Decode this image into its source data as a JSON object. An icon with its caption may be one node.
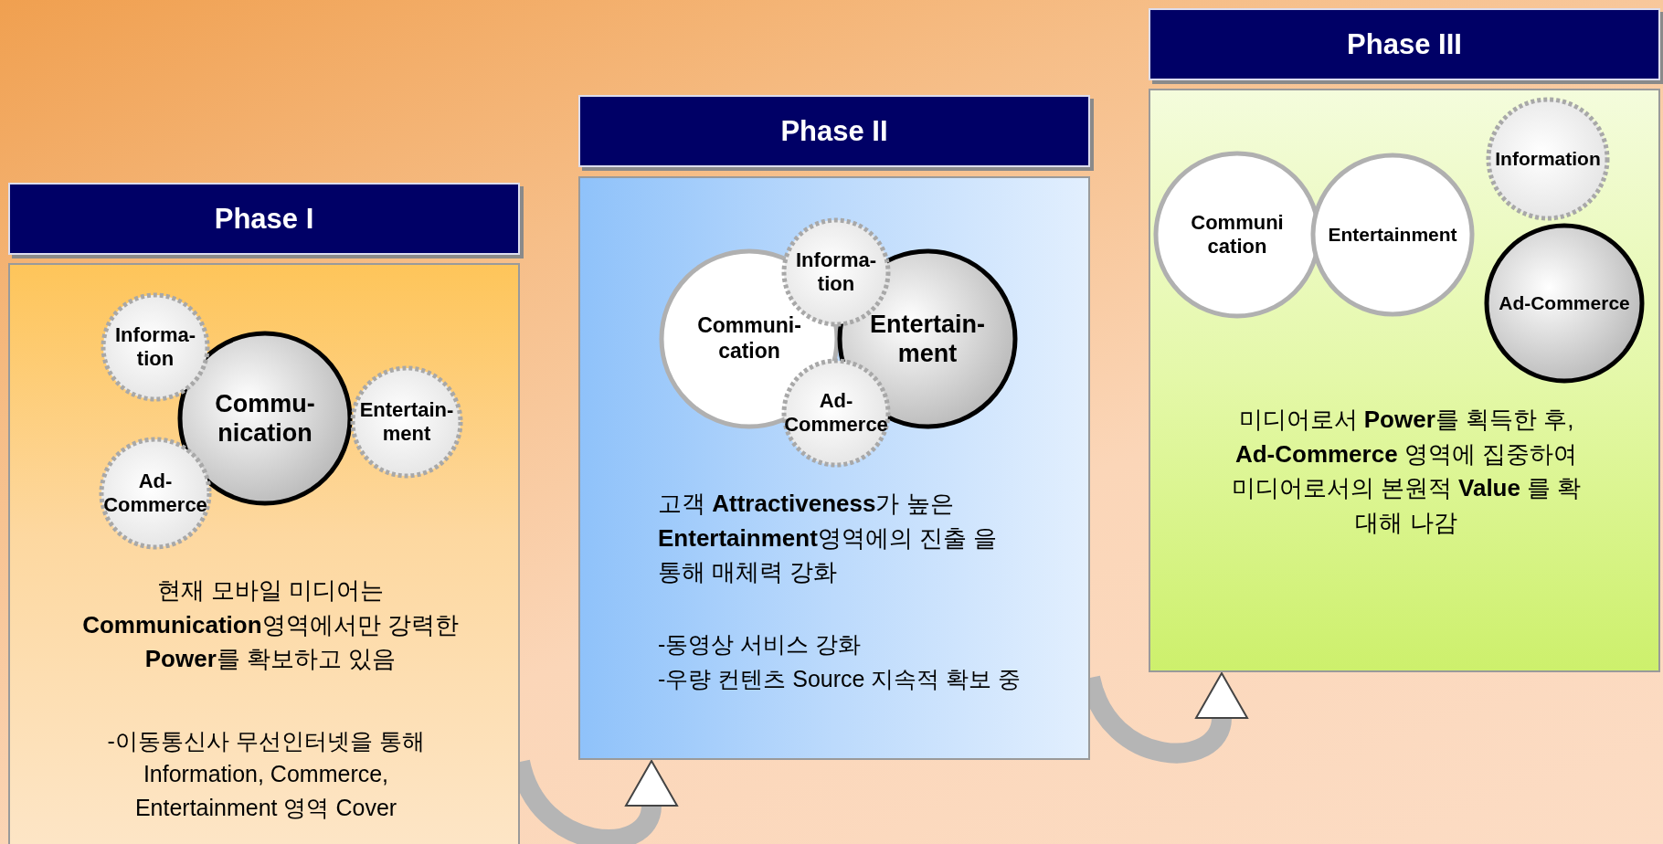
{
  "diagram": {
    "nodes": [
      {
        "text": [
          "Phase I"
        ]
      },
      {
        "text": [
          "현재 모바일 미디어는 **Communication**영역에서만 강력한 **Power**를 확보하고 있음",
          "-이동통신사 무선인터넷을 통해 Information, Commerce, Entertainment 영역 Cover"
        ]
      },
      {
        "text": [
          "Commu- nication"
        ],
        "in": 1
      },
      {
        "text": [
          "Informa- tion"
        ],
        "in": 1
      },
      {
        "text": [
          "Entertain- ment"
        ],
        "in": 1
      },
      {
        "text": [
          "Ad- Commerce"
        ],
        "in": 1
      },
      {
        "text": [
          "Phase II"
        ]
      },
      {
        "text": [
          "고객 **Attractiveness**가 높은 **Entertainment**영역에의 진출 을 통해 매체력 강화",
          "-동영상 서비스 강화",
          "-우량 컨텐츠 Source 지속적 확보 중"
        ]
      },
      {
        "text": [
          "Communi- cation"
        ],
        "in": 7
      },
      {
        "text": [
          "Entertain- ment"
        ],
        "in": 7
      },
      {
        "text": [
          "Informa- tion"
        ],
        "in": 7
      },
      {
        "text": [
          "Ad- Commerce"
        ],
        "in": 7
      },
      {
        "text": [
          "Phase III"
        ]
      },
      {
        "text": [
          "미디어로서 **Power**를 획득한 후, **Ad-Commerce** 영역에 집중하여 미디어로서의 본원적 **Value** 를 확대해 나감"
        ]
      },
      {
        "text": [
          "Communi cation"
        ],
        "in": 13
      },
      {
        "text": [
          "Entertainment"
        ],
        "in": 13
      },
      {
        "text": [
          "Information"
        ],
        "in": 13
      },
      {
        "text": [
          "Ad-Commerce"
        ],
        "in": 13
      }
    ],
    "edges": [
      {
        "from": 1,
        "to": 7,
        "arrow": "to"
      },
      {
        "from": 7,
        "to": 13,
        "arrow": "to"
      }
    ]
  }
}
